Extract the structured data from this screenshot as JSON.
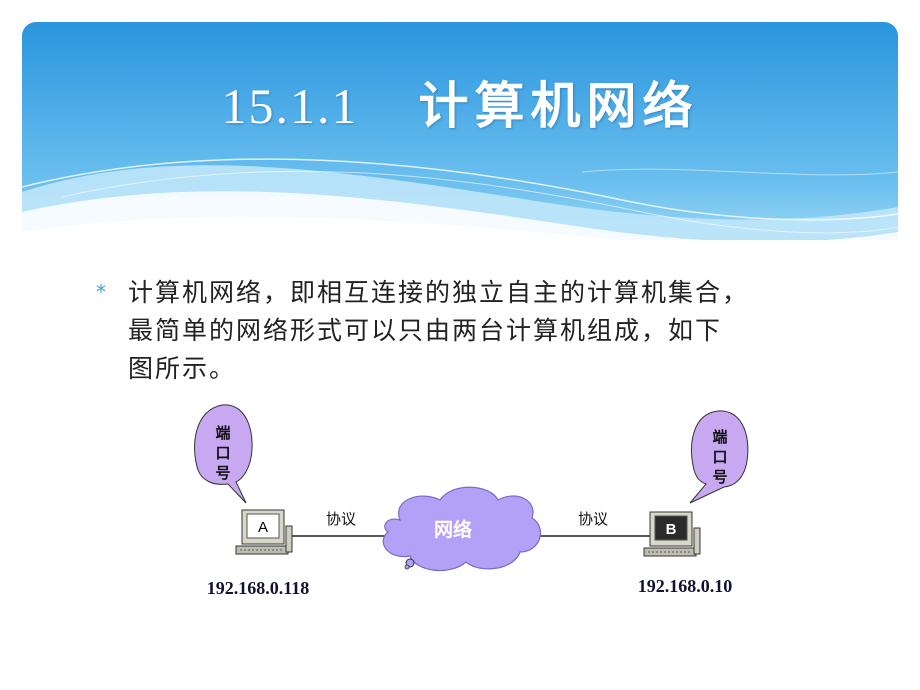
{
  "title": {
    "number": "15.1.1",
    "text": "计算机网络"
  },
  "bullet": {
    "marker": "*",
    "lines": [
      "计算机网络，即相互连接的独立自主的计算机集合，",
      "最简单的网络形式可以只由两台计算机组成，如下",
      "图所示。"
    ]
  },
  "diagram": {
    "left_bubble": [
      "端",
      "口",
      "号"
    ],
    "right_bubble": [
      "端",
      "口",
      "号"
    ],
    "left_computer": "A",
    "right_computer": "B",
    "left_protocol": "协议",
    "right_protocol": "协议",
    "cloud_label": "网络",
    "left_ip": "192.168.0.118",
    "right_ip": "192.168.0.10"
  },
  "colors": {
    "banner_top": "#2f9be0",
    "banner_bottom": "#8ed0f5",
    "bubble_fill": "#c9a8f2",
    "cloud_fill": "#b3a0f7",
    "bullet": "#4aa3d6"
  }
}
